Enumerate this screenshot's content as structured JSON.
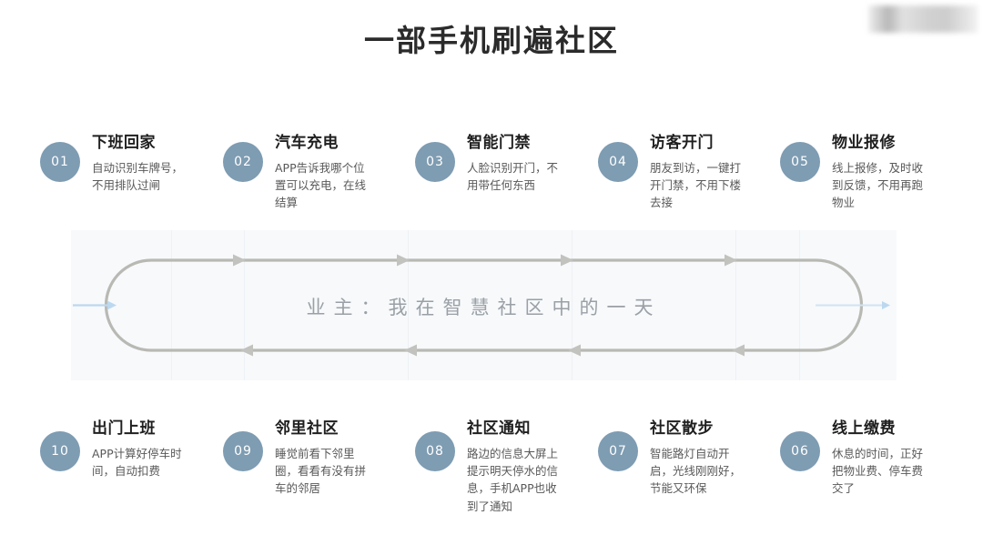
{
  "page": {
    "title": "一部手机刷遍社区",
    "center_label": "业主：我在智慧社区中的一天",
    "watermark": "blurred-watermark"
  },
  "theme": {
    "badge_color": "#7e9cb2",
    "track_color": "#b9b9b4",
    "band_bg": "#f7f9fb",
    "accent_arrow": "#bcd8ef",
    "title_color": "#2b2b2b",
    "center_label_color": "#9aa0a6"
  },
  "steps_top": [
    {
      "number": "01",
      "title": "下班回家",
      "desc": "自动识别车牌号，不用排队过闸"
    },
    {
      "number": "02",
      "title": "汽车充电",
      "desc": "APP告诉我哪个位置可以充电，在线结算"
    },
    {
      "number": "03",
      "title": "智能门禁",
      "desc": "人脸识别开门，不用带任何东西"
    },
    {
      "number": "04",
      "title": "访客开门",
      "desc": "朋友到访，一键打开门禁，不用下楼去接"
    },
    {
      "number": "05",
      "title": "物业报修",
      "desc": "线上报修，及时收到反馈，不用再跑物业"
    }
  ],
  "steps_bottom": [
    {
      "number": "10",
      "title": "出门上班",
      "desc": "APP计算好停车时间，自动扣费"
    },
    {
      "number": "09",
      "title": "邻里社区",
      "desc": "睡觉前看下邻里圈，看看有没有拼车的邻居"
    },
    {
      "number": "08",
      "title": "社区通知",
      "desc": "路边的信息大屏上提示明天停水的信息，手机APP也收到了通知"
    },
    {
      "number": "07",
      "title": "社区散步",
      "desc": "智能路灯自动开启，光线刚刚好，节能又环保"
    },
    {
      "number": "06",
      "title": "线上缴费",
      "desc": "休息的时间，正好把物业费、停车费交了"
    }
  ]
}
